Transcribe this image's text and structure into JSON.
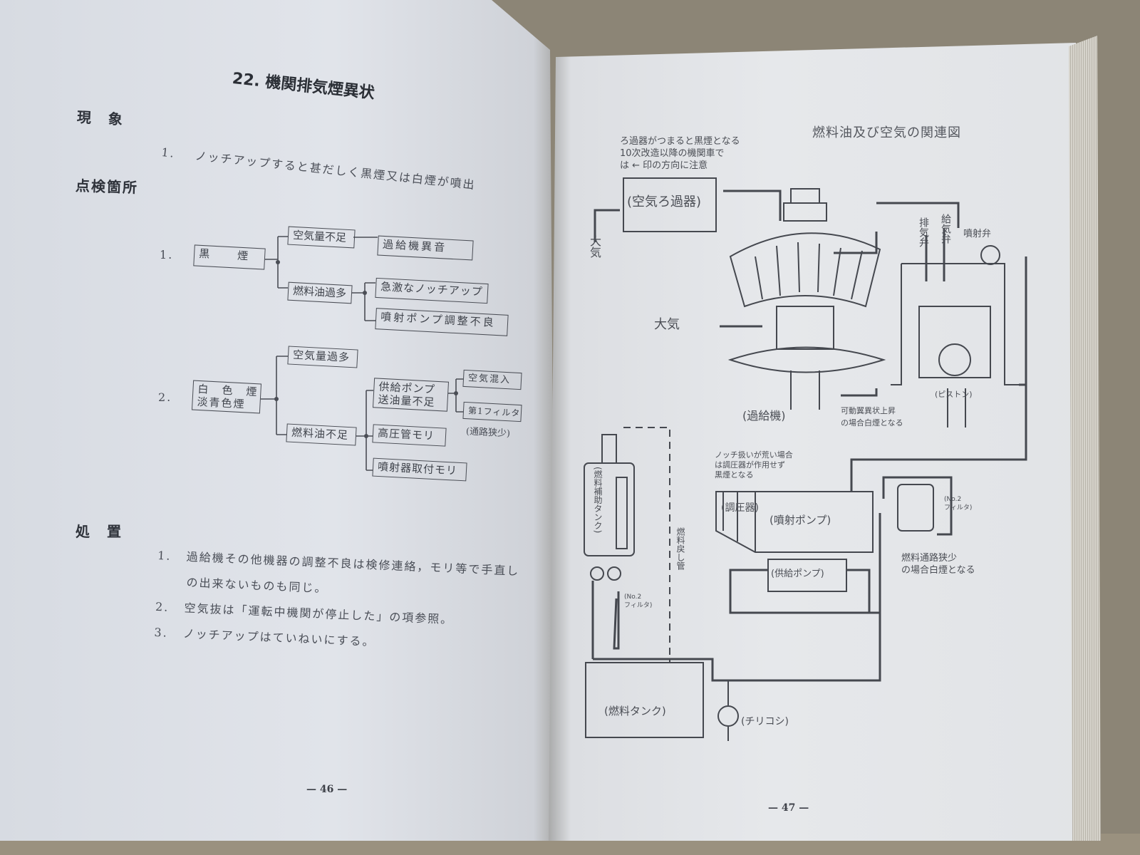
{
  "left_page": {
    "title": "22. 機関排気煙異状",
    "phenomenon": {
      "heading": "現　象",
      "items": [
        {
          "num": "1.",
          "text": "ノッチアップすると甚だしく黒煙又は白煙が噴出"
        }
      ]
    },
    "inspection": {
      "heading": "点検箇所",
      "groups": [
        {
          "num": "1.",
          "root": "黒　　煙",
          "nodes": {
            "air_short": "空気量不足",
            "turbo_noise": "過給機異音",
            "fuel_excess": "燃料油過多",
            "sudden_notch": "急激なノッチアップ",
            "pump_adjust": "噴射ポンプ調整不良"
          }
        },
        {
          "num": "2.",
          "root": "白　色　煙\n淡青色煙",
          "nodes": {
            "air_excess": "空気量過多",
            "supply_pump": "供給ポンプ\n送油量不足",
            "air_mix": "空気混入",
            "filter1": "第1フィルタ",
            "filter1_note": "(通路狭少)",
            "fuel_short": "燃料油不足",
            "hp_pipe": "高圧管モリ",
            "injector": "噴射器取付モリ"
          }
        }
      ]
    },
    "treatment": {
      "heading": "処　置",
      "items": [
        {
          "num": "1.",
          "text": "過給機その他機器の調整不良は検修連絡，モリ等で手直し",
          "cont": "の出来ないものも同じ。"
        },
        {
          "num": "2.",
          "text": "空気抜は「運転中機関が停止した」の項参照。"
        },
        {
          "num": "3.",
          "text": "ノッチアップはていねいにする。"
        }
      ]
    },
    "page_number": "— 46 —"
  },
  "right_page": {
    "title": "燃料油及び空気の関連図",
    "notes": {
      "air_filter_note": "ろ過器がつまると黒煙となる\n10次改造以降の機関車で\nは ← 印の方向に注意",
      "vane_note": "可動翼異状上昇\nの場合白煙となる",
      "notch_note": "ノッチ扱いが荒い場合\nは調圧器が作用せず\n黒煙となる",
      "passage_note": "燃料通路狭少\nの場合白煙となる"
    },
    "labels": {
      "air_filter": "(空気ろ過器)",
      "atmosphere_in": "大気",
      "atmosphere_out": "大気",
      "exhaust_valve": "排気弁",
      "intake_valve": "給気弁",
      "injection_valve": "噴射弁",
      "piston": "(ピストン)",
      "turbocharger": "(過給機)",
      "governor": "(調圧器)",
      "injection_pump": "(噴射ポンプ)",
      "no2_filter_right": "(No.2\nフィルタ)",
      "supply_pump": "(供給ポンプ)",
      "aux_tank": "(燃料補助タンク)",
      "return_pipe": "燃料戻し管",
      "no2_filter_left": "(No.2\nフィルタ)",
      "fuel_tank": "(燃料タンク)",
      "strainer": "(チリコシ)"
    },
    "page_number": "— 47 —"
  }
}
